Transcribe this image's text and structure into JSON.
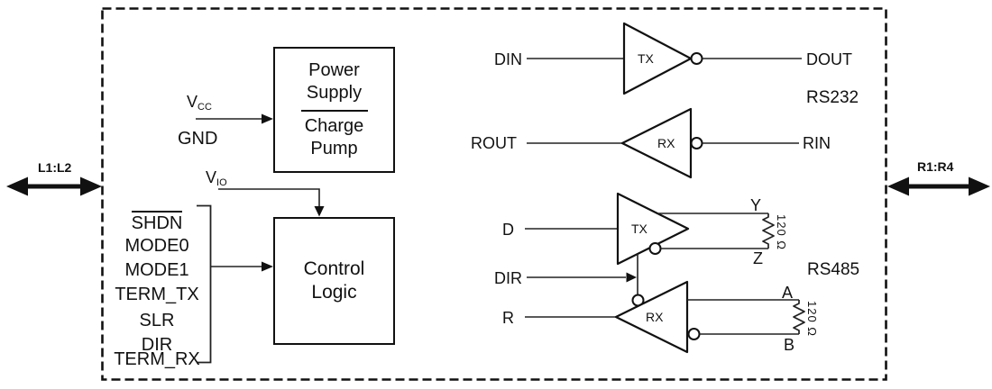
{
  "ports": {
    "left": "L1:L2",
    "right": "R1:R4"
  },
  "power": {
    "vcc_base": "V",
    "vcc_sub": "CC",
    "gnd": "GND",
    "vio_base": "V",
    "vio_sub": "IO"
  },
  "power_supply_box": {
    "line1": "Power",
    "line2": "Supply",
    "line3": "Charge",
    "line4": "Pump"
  },
  "control_logic_box": {
    "line1": "Control",
    "line2": "Logic"
  },
  "control_inputs": [
    {
      "label": "SHDN"
    },
    {
      "label": "MODE0"
    },
    {
      "label": "MODE1"
    },
    {
      "label": "TERM_TX"
    },
    {
      "label": "SLR"
    },
    {
      "label": "DIR"
    },
    {
      "label": "TERM_RX"
    }
  ],
  "rs232": {
    "section": "RS232",
    "tx": "TX",
    "rx": "RX",
    "din": "DIN",
    "dout": "DOUT",
    "rout": "ROUT",
    "rin": "RIN"
  },
  "rs485": {
    "section": "RS485",
    "tx": "TX",
    "rx": "RX",
    "d": "D",
    "dir": "DIR",
    "r": "R",
    "y": "Y",
    "z": "Z",
    "a": "A",
    "b": "B",
    "term_tx": "120 Ω",
    "term_rx": "120 Ω"
  },
  "colors": {
    "line": "#111111",
    "background": "#ffffff"
  }
}
